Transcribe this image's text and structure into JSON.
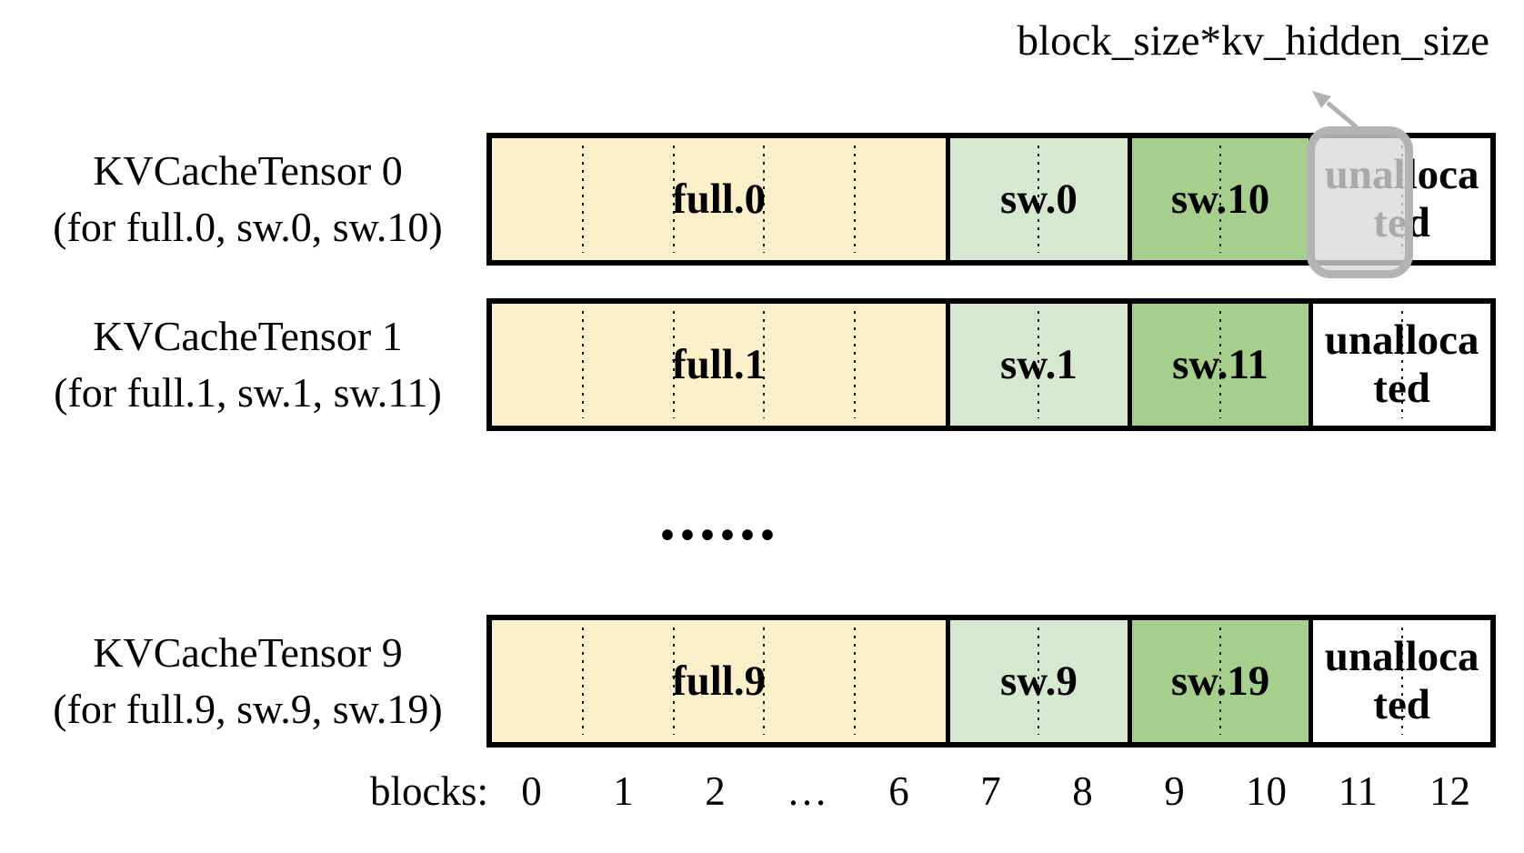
{
  "annotation": {
    "label": "block_size*kv_hidden_size"
  },
  "rows": [
    {
      "title": "KVCacheTensor 0",
      "subtitle": "(for full.0, sw.0, sw.10)",
      "segments": [
        {
          "label": "full.0"
        },
        {
          "label": "sw.0"
        },
        {
          "label": "sw.10"
        },
        {
          "label": "unalloca\nted"
        }
      ]
    },
    {
      "title": "KVCacheTensor 1",
      "subtitle": "(for full.1, sw.1, sw.11)",
      "segments": [
        {
          "label": "full.1"
        },
        {
          "label": "sw.1"
        },
        {
          "label": "sw.11"
        },
        {
          "label": "unalloca\nted"
        }
      ]
    },
    {
      "title": "KVCacheTensor 9",
      "subtitle": "(for full.9, sw.9, sw.19)",
      "segments": [
        {
          "label": "full.9"
        },
        {
          "label": "sw.9"
        },
        {
          "label": "sw.19"
        },
        {
          "label": "unalloca\nted"
        }
      ]
    }
  ],
  "rows_ellipsis": "......",
  "axis": {
    "label": "blocks:",
    "ticks": [
      "0",
      "1",
      "2",
      "…",
      "6",
      "7",
      "8",
      "9",
      "10",
      "11",
      "12"
    ]
  },
  "colors": {
    "full_block": "#FBF0CA",
    "sw_light_block": "#D6E8D0",
    "sw_dark_block": "#A6CF8E",
    "unallocated_block": "#FFFFFF",
    "border": "#000000",
    "highlight_fill": "#D9D9D9",
    "highlight_stroke": "#B3B3B3",
    "arrow": "#B1B1B1"
  }
}
